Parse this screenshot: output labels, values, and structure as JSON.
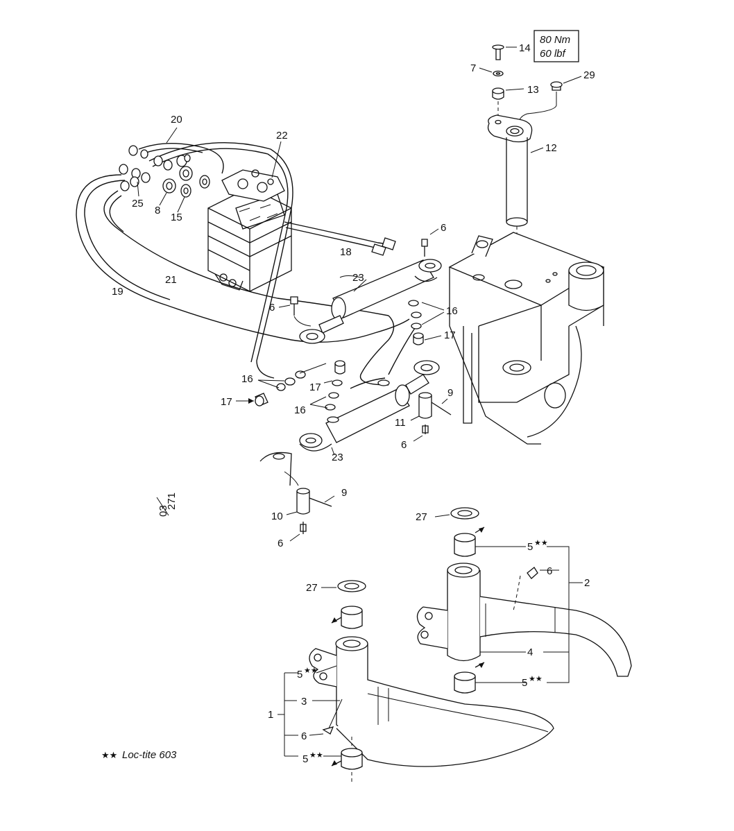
{
  "torque_box": {
    "line1": "80 Nm",
    "line2": "60 lbf"
  },
  "drawing_ref": {
    "top": "03",
    "bottom": "271"
  },
  "note": {
    "stars": "★★",
    "text": "Loc-tite 603"
  },
  "callouts": {
    "c14": "14",
    "c7": "7",
    "c13": "13",
    "c29": "29",
    "c12": "12",
    "c20": "20",
    "c22": "22",
    "c25": "25",
    "c8": "8",
    "c15": "15",
    "c6a": "6",
    "c18": "18",
    "c23a": "23",
    "c21": "21",
    "c19": "19",
    "c6b": "6",
    "c16a": "16",
    "c17a": "17",
    "c16b": "16",
    "c17b": "17",
    "c17c": "17",
    "c16c": "16",
    "c9a": "9",
    "c11": "11",
    "c6c": "6",
    "c23b": "23",
    "c9b": "9",
    "c10": "10",
    "c6d": "6",
    "c27a": "27",
    "c5a": "5",
    "c6e": "6",
    "c2": "2",
    "c27b": "27",
    "c4": "4",
    "c5b": "5",
    "c5c": "5",
    "c1": "1",
    "c3": "3",
    "c6f": "6",
    "c5d": "5"
  },
  "callout_marks": {
    "star_mark": "★★"
  }
}
